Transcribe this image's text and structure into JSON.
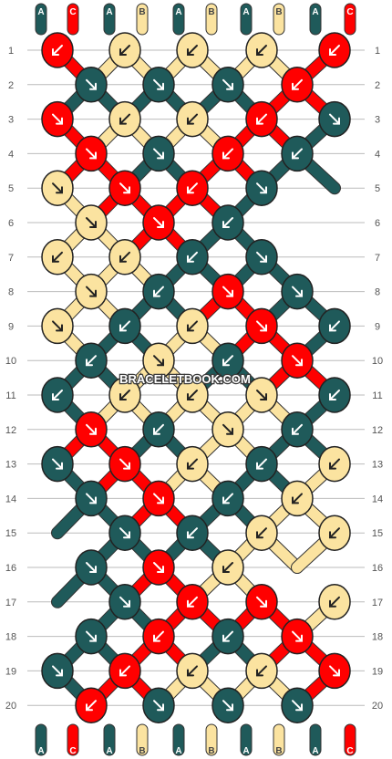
{
  "colors": {
    "A": "#1f5a5a",
    "B": "#fbe3a0",
    "C": "#ff0000",
    "knot_outline": "#222222",
    "arrow": "#222222",
    "arrow_on_dark": "#ffffff",
    "gridline": "#bbbbbb",
    "row_number": "#555555"
  },
  "watermark": "BRACELETBOOK.COM",
  "top_strings": [
    "A",
    "C",
    "A",
    "B",
    "A",
    "B",
    "A",
    "B",
    "A",
    "C"
  ],
  "bottom_strings": [
    "A",
    "C",
    "A",
    "B",
    "A",
    "B",
    "A",
    "B",
    "A",
    "C"
  ],
  "row_numbers": [
    "1",
    "2",
    "3",
    "4",
    "5",
    "6",
    "7",
    "8",
    "9",
    "10",
    "11",
    "12",
    "13",
    "14",
    "15",
    "16",
    "17",
    "18",
    "19",
    "20"
  ],
  "rows": [
    [
      [
        "C",
        "bl"
      ],
      [
        "B",
        "bl"
      ],
      [
        "B",
        "bl"
      ],
      [
        "B",
        "bl"
      ],
      [
        "C",
        "bl"
      ]
    ],
    [
      [
        "A",
        "br"
      ],
      [
        "A",
        "br"
      ],
      [
        "A",
        "br"
      ],
      [
        "C",
        "bl"
      ]
    ],
    [
      [
        "C",
        "br"
      ],
      [
        "B",
        "bl"
      ],
      [
        "B",
        "bl"
      ],
      [
        "C",
        "bl"
      ],
      [
        "A",
        "br"
      ]
    ],
    [
      [
        "C",
        "br"
      ],
      [
        "A",
        "br"
      ],
      [
        "C",
        "bl"
      ],
      [
        "A",
        "bl"
      ]
    ],
    [
      [
        "B",
        "br"
      ],
      [
        "C",
        "br"
      ],
      [
        "C",
        "bl"
      ],
      [
        "A",
        "br"
      ],
      null
    ],
    [
      [
        "B",
        "br"
      ],
      [
        "C",
        "br"
      ],
      [
        "A",
        "bl"
      ]
    ],
    [
      [
        "B",
        "bl"
      ],
      [
        "B",
        "bl"
      ],
      [
        "A",
        "bl"
      ],
      [
        "A",
        "br"
      ],
      null
    ],
    [
      [
        "B",
        "br"
      ],
      [
        "A",
        "bl"
      ],
      [
        "C",
        "br"
      ],
      [
        "A",
        "br"
      ]
    ],
    [
      [
        "B",
        "br"
      ],
      [
        "A",
        "bl"
      ],
      [
        "B",
        "bl"
      ],
      [
        "C",
        "br"
      ],
      [
        "A",
        "bl"
      ]
    ],
    [
      [
        "A",
        "bl"
      ],
      [
        "B",
        "br"
      ],
      [
        "A",
        "bl"
      ],
      [
        "C",
        "br"
      ]
    ],
    [
      [
        "A",
        "bl"
      ],
      [
        "B",
        "bl"
      ],
      [
        "B",
        "bl"
      ],
      [
        "B",
        "br"
      ],
      [
        "A",
        "bl"
      ]
    ],
    [
      [
        "C",
        "br"
      ],
      [
        "A",
        "bl"
      ],
      [
        "B",
        "br"
      ],
      [
        "A",
        "bl"
      ]
    ],
    [
      [
        "A",
        "br"
      ],
      [
        "C",
        "br"
      ],
      [
        "B",
        "bl"
      ],
      [
        "A",
        "bl"
      ],
      [
        "B",
        "bl"
      ]
    ],
    [
      [
        "A",
        "br"
      ],
      [
        "C",
        "br"
      ],
      [
        "A",
        "bl"
      ],
      [
        "B",
        "bl"
      ]
    ],
    [
      null,
      [
        "A",
        "br"
      ],
      [
        "A",
        "bl"
      ],
      [
        "B",
        "bl"
      ],
      [
        "B",
        "bl"
      ]
    ],
    [
      [
        "A",
        "br"
      ],
      [
        "C",
        "br"
      ],
      [
        "B",
        "bl"
      ],
      null
    ],
    [
      null,
      [
        "A",
        "br"
      ],
      [
        "C",
        "bl"
      ],
      [
        "C",
        "br"
      ],
      [
        "B",
        "bl"
      ]
    ],
    [
      [
        "A",
        "br"
      ],
      [
        "C",
        "bl"
      ],
      [
        "A",
        "bl"
      ],
      [
        "C",
        "br"
      ]
    ],
    [
      [
        "A",
        "br"
      ],
      [
        "C",
        "bl"
      ],
      [
        "B",
        "bl"
      ],
      [
        "B",
        "bl"
      ],
      [
        "C",
        "br"
      ]
    ],
    [
      [
        "C",
        "bl"
      ],
      [
        "A",
        "br"
      ],
      [
        "A",
        "br"
      ],
      [
        "A",
        "br"
      ]
    ]
  ]
}
